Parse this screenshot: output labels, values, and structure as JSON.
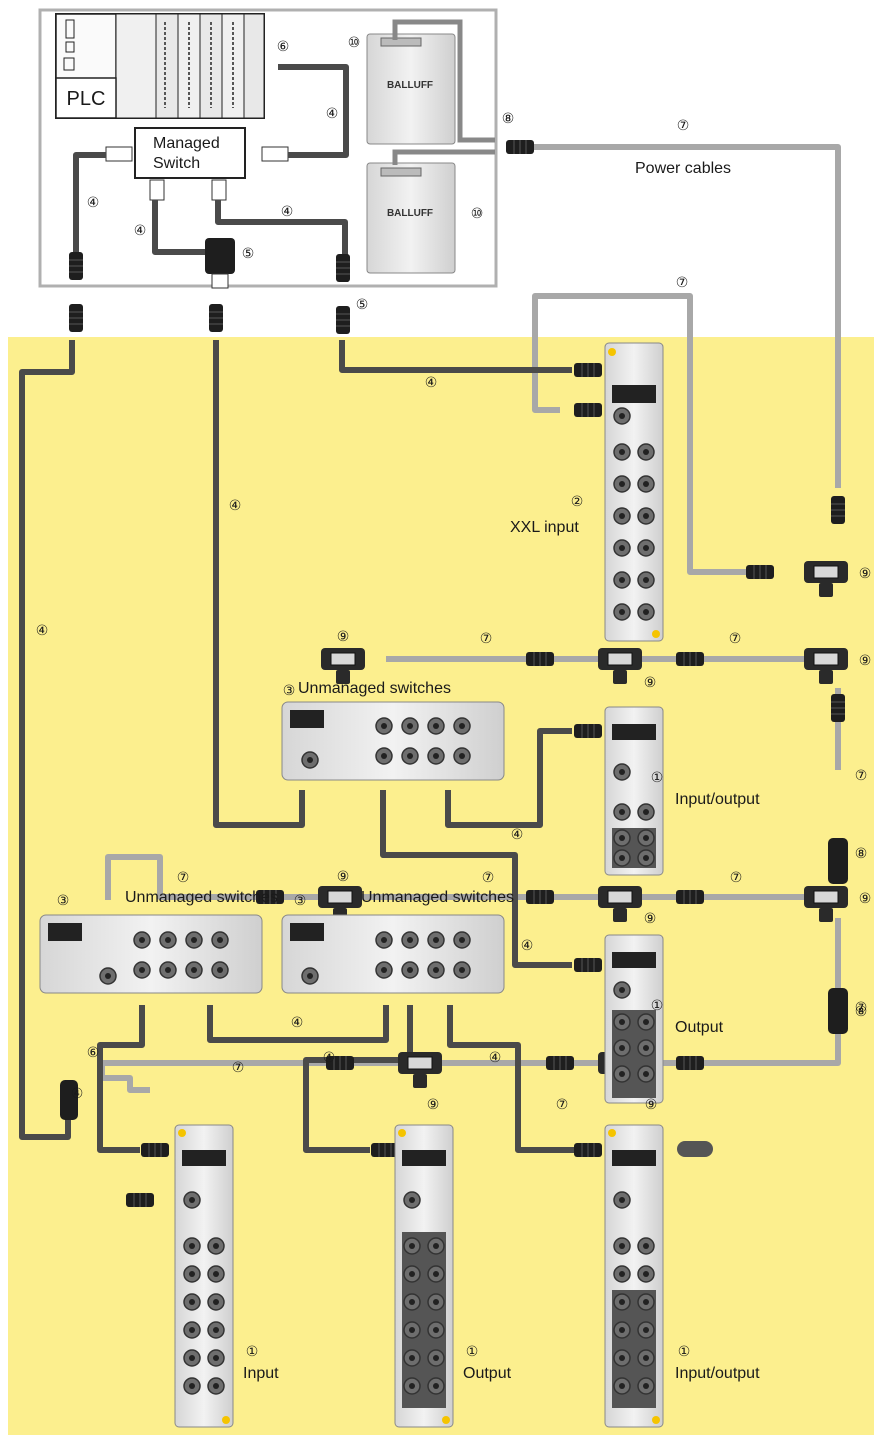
{
  "labels": {
    "plc": "PLC",
    "managed_switch_line1": "Managed",
    "managed_switch_line2": "Switch",
    "power_cables": "Power cables",
    "xxl_input": "XXL input",
    "unmanaged_switches_a": "Unmanaged switches",
    "unmanaged_switches_b": "Unmanaged switches",
    "unmanaged_switches_c": "Unmanaged switches",
    "io_module_1": "Input/output",
    "output_module_1": "Output",
    "input_bottom": "Input",
    "output_bottom": "Output",
    "io_bottom": "Input/output",
    "brand": "BALLUFF"
  },
  "callouts": {
    "n1": "①",
    "n2": "②",
    "n3": "③",
    "n4": "④",
    "n5": "⑤",
    "n6": "⑥",
    "n7": "⑦",
    "n8": "⑧",
    "n9": "⑨",
    "n10": "⑩"
  },
  "colors": {
    "field_area": "#fcef8e",
    "cabinet_border": "#b0b0b0",
    "ethernet_cable": "#4a4a4a",
    "power_cable": "#a8a8a8",
    "module_body": "#e6e6e6",
    "connector": "#222222"
  }
}
